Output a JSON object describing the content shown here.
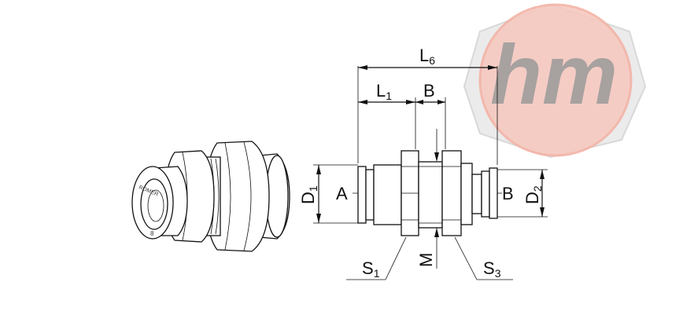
{
  "watermark": {
    "text": "hm",
    "fill_color": "#f6c9c0",
    "text_color": "#9a9a9a",
    "outline_color": "#f3b3a6"
  },
  "product_view": {
    "brand_mark": "ROMER",
    "size_mark": "8"
  },
  "dimensions": {
    "L6": {
      "main": "L",
      "sub": "6"
    },
    "L1": {
      "main": "L",
      "sub": "1"
    },
    "B_top": "B",
    "D1": {
      "main": "D",
      "sub": "1"
    },
    "A": "A",
    "B_right": "B",
    "D2": {
      "main": "D",
      "sub": "2"
    },
    "S1": {
      "main": "S",
      "sub": "1"
    },
    "M": "M",
    "S3": {
      "main": "S",
      "sub": "3"
    }
  }
}
